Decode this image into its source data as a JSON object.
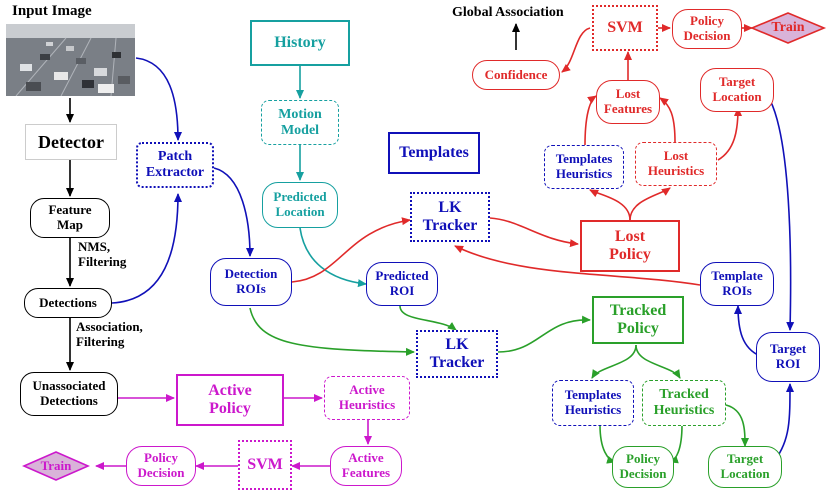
{
  "colors": {
    "black": "#000000",
    "teal": "#16a0a0",
    "blue": "#1010b8",
    "red": "#e02a2a",
    "green": "#2aa02a",
    "magenta": "#cc18cc",
    "train_fill": "#d9b3d9"
  },
  "input": {
    "title": "Input Image",
    "image_icon": "traffic-photo"
  },
  "left_column": {
    "detector": "Detector",
    "feature_map": "Feature\nMap",
    "nms_label": "NMS,\nFiltering",
    "detections": "Detections",
    "assoc_label": "Association,\nFiltering",
    "unassociated": "Unassociated\nDetections"
  },
  "patch_extractor": "Patch\nExtractor",
  "detection_rois": "Detection\nROIs",
  "history": "History",
  "motion_model": "Motion\nModel",
  "predicted_location": "Predicted\nLocation",
  "predicted_roi": "Predicted\nROI",
  "templates": "Templates",
  "lk_tracker_top": "LK\nTracker",
  "lk_tracker_bottom": "LK\nTracker",
  "lost": {
    "global_association": "Global Association",
    "svm": "SVM",
    "policy_decision": "Policy\nDecision",
    "train": "Train",
    "confidence": "Confidence",
    "lost_features": "Lost\nFeatures",
    "target_location": "Target\nLocation",
    "templates_heuristics": "Templates\nHeuristics",
    "lost_heuristics": "Lost\nHeuristics",
    "lost_policy": "Lost\nPolicy"
  },
  "tracked": {
    "template_rois": "Template\nROIs",
    "tracked_policy": "Tracked\nPolicy",
    "target_roi": "Target\nROI",
    "templates_heuristics": "Templates\nHeuristics",
    "tracked_heuristics": "Tracked\nHeuristics",
    "policy_decision": "Policy\nDecision",
    "target_location": "Target\nLocation"
  },
  "active": {
    "active_policy": "Active\nPolicy",
    "active_heuristics": "Active\nHeuristics",
    "active_features": "Active\nFeatures",
    "svm": "SVM",
    "policy_decision": "Policy\nDecision",
    "train": "Train"
  }
}
